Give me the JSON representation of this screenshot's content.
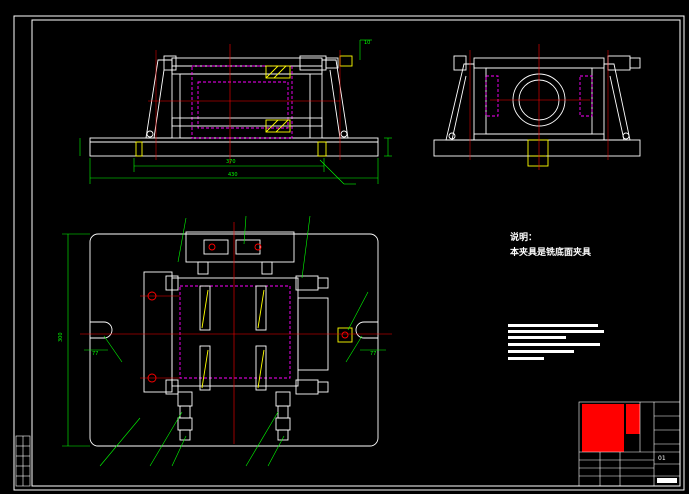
{
  "colors": {
    "background": "#000000",
    "frame": "#ffffff",
    "part": "#ffffff",
    "hidden_line": "#ff00ff",
    "center_line": "#ff0000",
    "dimension": "#00ff00",
    "hatch": "#ffff00",
    "title_block_red": "#ff0000"
  },
  "notes": {
    "heading": "说明：",
    "line1": "本夹具是铣底面夹具"
  },
  "dimensions": {
    "top_inner": "370",
    "top_outer": "430",
    "top_small": "10",
    "plan_height": "300",
    "slot_left": "77",
    "slot_right": "77"
  },
  "title_block": {
    "label": "01"
  }
}
